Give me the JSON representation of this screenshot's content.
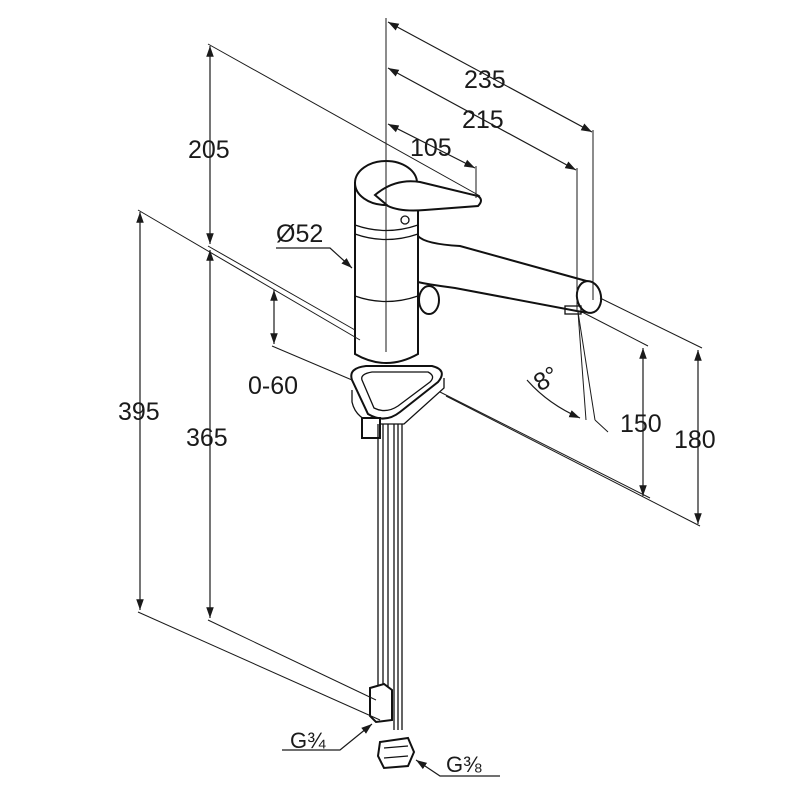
{
  "dimensions": {
    "d235": "235",
    "d215": "215",
    "d105": "105",
    "d205": "205",
    "d52": "Ø52",
    "d0_60": "0-60",
    "d395": "395",
    "d365": "365",
    "d8": "8°",
    "d150": "150",
    "d180": "180",
    "g34": "G¾",
    "g38": "G⅜"
  }
}
